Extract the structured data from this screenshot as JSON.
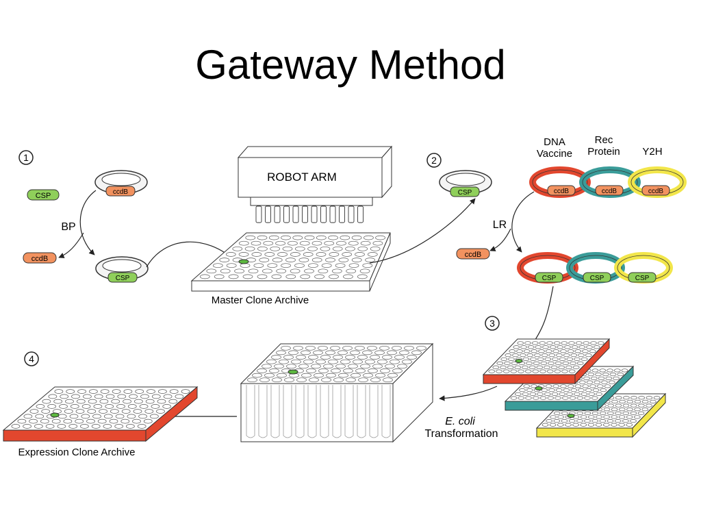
{
  "title": "Gateway Method",
  "steps": {
    "s1": "1",
    "s2": "2",
    "s3": "3",
    "s4": "4"
  },
  "labels": {
    "robot_arm": "ROBOT ARM",
    "bp": "BP",
    "lr": "LR",
    "master_clone_archive": "Master Clone Archive",
    "expression_clone_archive": "Expression Clone Archive",
    "ecoli": "E. coli",
    "transformation": "Transformation",
    "dna": "DNA",
    "vaccine": "Vaccine",
    "rec": "Rec",
    "protein": "Protein",
    "y2h": "Y2H",
    "csp": "CSP",
    "ccdb": "ccdB"
  },
  "colors": {
    "red": "#e2472e",
    "teal": "#3a9c99",
    "yellow": "#f2e64a",
    "csp_green": "#8fcf5a",
    "ccdb_orange": "#f2925f"
  }
}
